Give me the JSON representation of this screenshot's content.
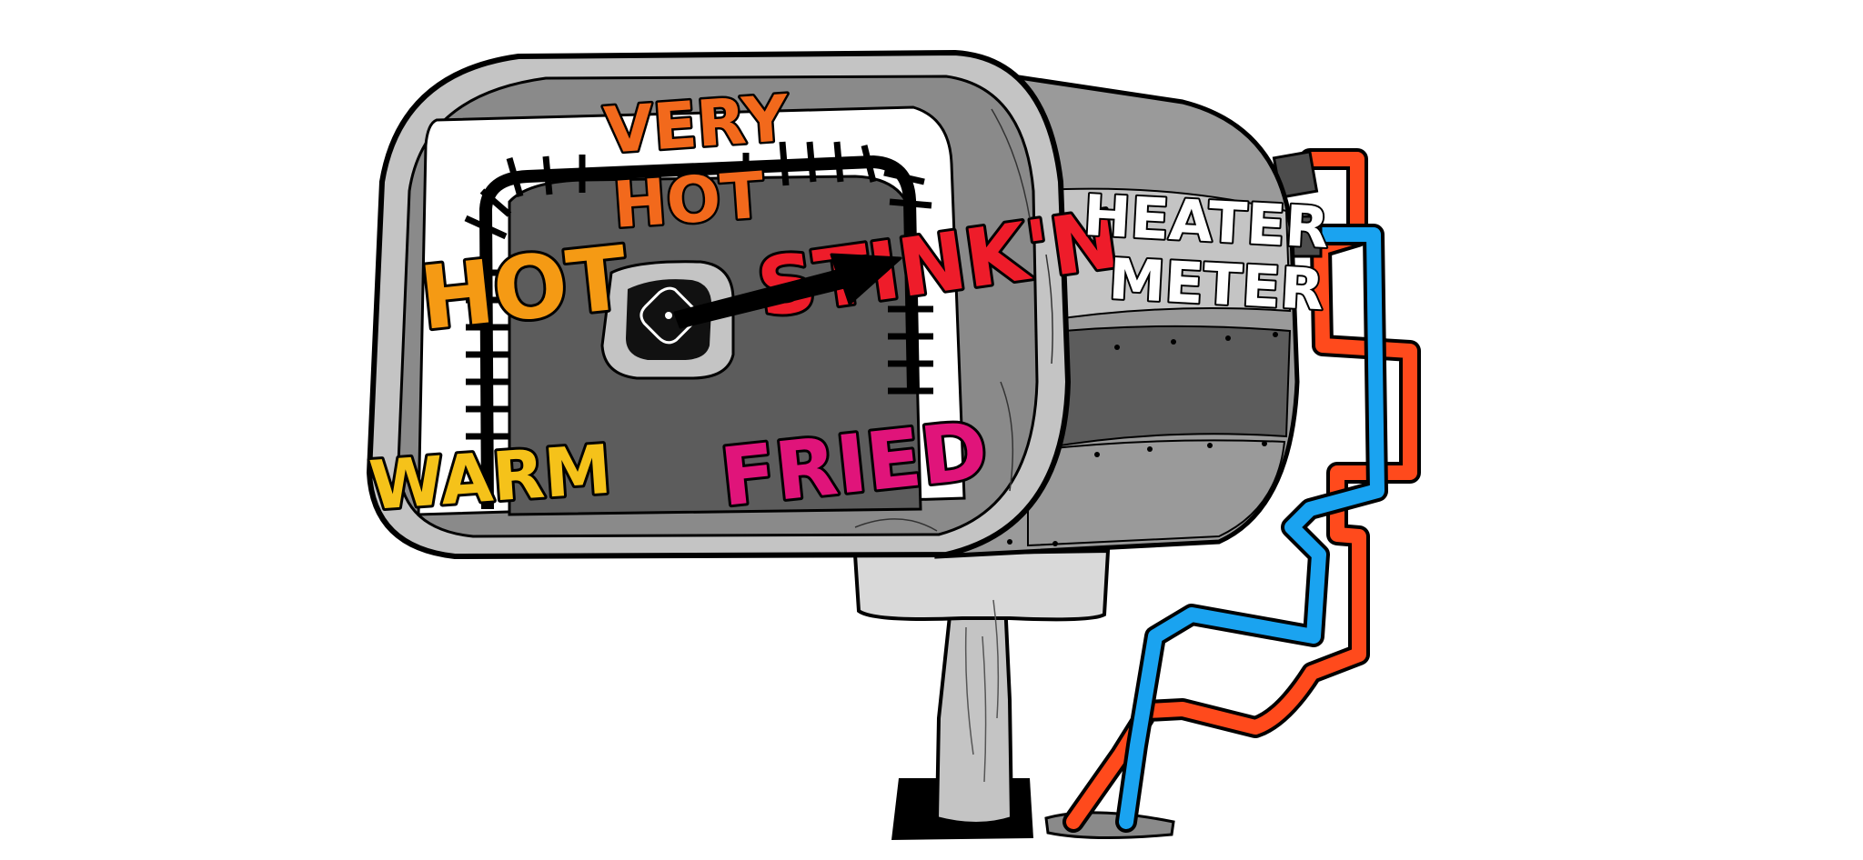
{
  "title_line1": "HEATER",
  "title_line2": "METER",
  "dial_labels": {
    "warm": "WARM",
    "hot": "HOT",
    "very_hot_line1": "VERY",
    "very_hot_line2": "HOT",
    "stinkin": "STINK'N",
    "fried": "FRIED"
  },
  "colors": {
    "warm": "#f5c21a",
    "hot": "#f59a14",
    "very_hot": "#f2691c",
    "stinkin": "#ee1c2a",
    "fried": "#e0147a",
    "hot_pipe": "#ff4a1c",
    "cold_pipe": "#1aa3f0",
    "body_grey": "#9a9a9a",
    "dark_grey": "#5c5c5c",
    "light_grey": "#c4c4c4"
  }
}
